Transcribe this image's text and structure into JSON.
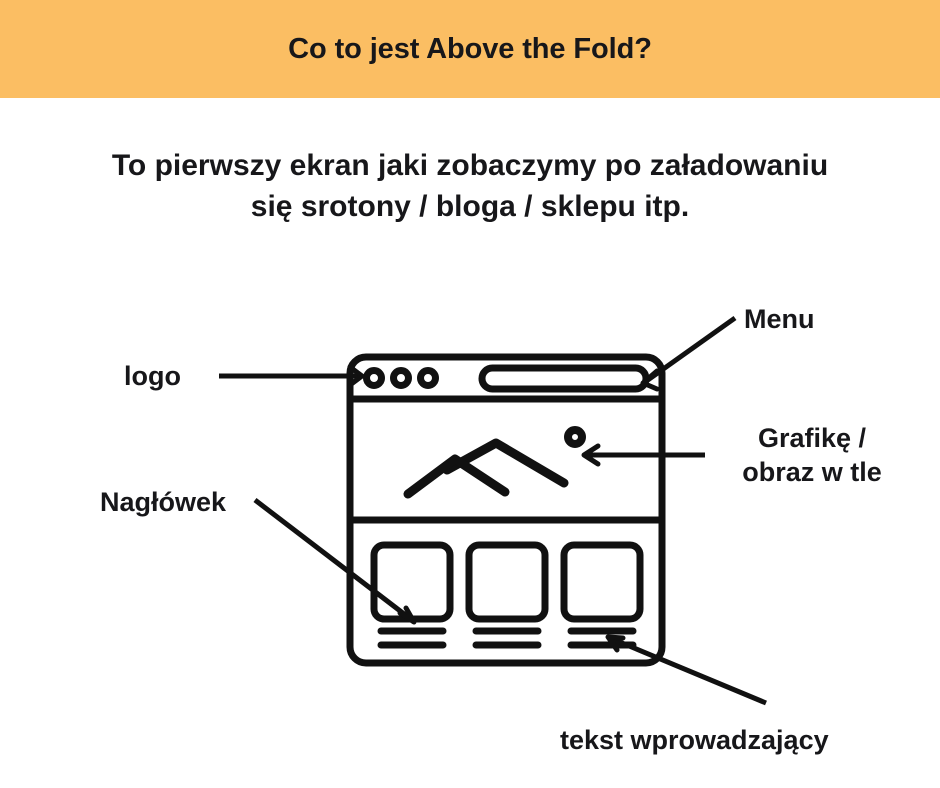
{
  "banner": {
    "title": "Co to jest Above the Fold?",
    "background_color": "#fbbe63",
    "text_color": "#17171a"
  },
  "subtitle": {
    "line1": "To pierwszy ekran jaki zobaczymy po załadowaniu",
    "line2": "się srotony / bloga / sklepu itp."
  },
  "diagram": {
    "stroke_color": "#111111",
    "labels": {
      "logo": "logo",
      "menu": "Menu",
      "graphic_line1": "Grafikę /",
      "graphic_line2": "obraz w tle",
      "heading": "Nagłówek",
      "intro_text": "tekst wprowadzający"
    },
    "browser_mockup": {
      "titlebar_dots": 3,
      "menu_bar": "pill",
      "hero_graphic": "mountain-image-icon",
      "sun_icon": "sun-circle-icon",
      "cards": 3,
      "card_text_lines": 2
    }
  }
}
